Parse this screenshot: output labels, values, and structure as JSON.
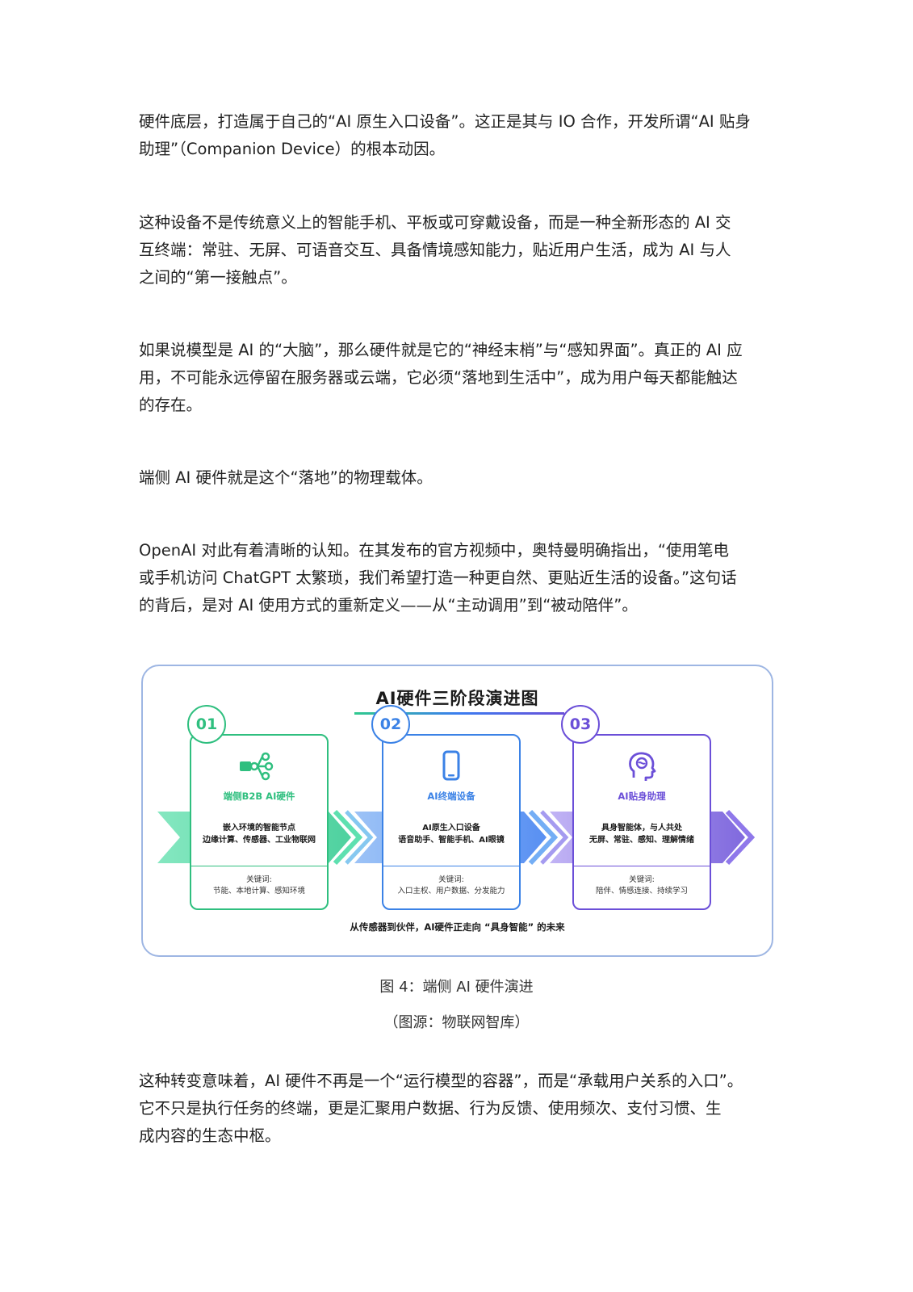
{
  "paragraphs": {
    "p1": [
      "硬件底层，打造属于自己的“AI 原生入口设备”。这正是其与 IO 合作，开发所谓“AI 贴身",
      "助理”（Companion Device）的根本动因。"
    ],
    "p2": [
      "这种设备不是传统意义上的智能手机、平板或可穿戴设备，而是一种全新形态的 AI 交",
      "互终端：常驻、无屏、可语音交互、具备情境感知能力，贴近用户生活，成为 AI 与人",
      "之间的“第一接触点”。"
    ],
    "p3": [
      "如果说模型是 AI 的“大脑”，那么硬件就是它的“神经末梢”与“感知界面”。真正的 AI 应",
      "用，不可能永远停留在服务器或云端，它必须“落地到生活中”，成为用户每天都能触达",
      "的存在。"
    ],
    "p4": [
      "端侧 AI 硬件就是这个“落地”的物理载体。"
    ],
    "p5": [
      "OpenAI 对此有着清晰的认知。在其发布的官方视频中，奥特曼明确指出，“使用笔电",
      "或手机访问 ChatGPT 太繁琐，我们希望打造一种更自然、更贴近生活的设备。”这句话",
      "的背后，是对 AI 使用方式的重新定义——从“主动调用”到“被动陪伴”。"
    ],
    "p6": [
      "这种转变意味着，AI 硬件不再是一个“运行模型的容器”，而是“承载用户关系的入口”。",
      "它不只是执行任务的终端，更是汇聚用户数据、行为反馈、使用频次、支付习惯、生",
      "成内容的生态中枢。"
    ]
  },
  "figure": {
    "title": "AI硬件三阶段演进图",
    "footer": "从传感器到伙伴，AI硬件正走向 “具身智能” 的未来",
    "stages": [
      {
        "num": "01",
        "name": "端侧B2B AI硬件",
        "desc1": "嵌入环境的智能节点",
        "desc2": "边缘计算、传感器、工业物联网",
        "kw_label": "关键词:",
        "kw": "节能、本地计算、感知环境",
        "color": "#2fbf7f",
        "icon": "network-node-icon"
      },
      {
        "num": "02",
        "name": "AI终端设备",
        "desc1": "AI原生入口设备",
        "desc2": "语音助手、智能手机、AI眼镜",
        "kw_label": "关键词:",
        "kw": "入口主权、用户数据、分发能力",
        "color": "#3b82e6",
        "icon": "smartphone-icon"
      },
      {
        "num": "03",
        "name": "AI贴身助理",
        "desc1": "具身智能体，与人共处",
        "desc2": "无屏、常驻、感知、理解情绪",
        "kw_label": "关键词:",
        "kw": "陪伴、情感连接、持续学习",
        "color": "#6b4fd8",
        "icon": "brain-head-icon"
      }
    ]
  },
  "captions": {
    "caption1": "图 4：端侧 AI 硬件演进",
    "caption2": "（图源：物联网智库）"
  }
}
